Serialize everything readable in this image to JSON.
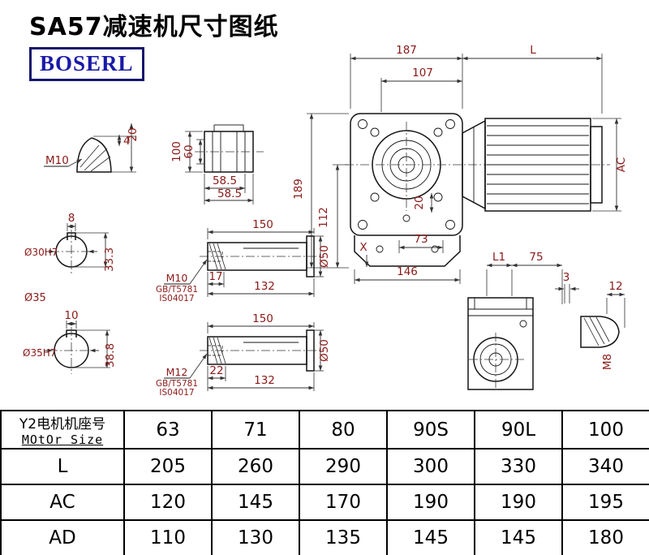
{
  "title": "SA57减速机尺寸图纸",
  "logo": "BOSERL",
  "colors": {
    "dimension_text": "#8a1a18",
    "drawing_line": "#141414",
    "logo_text": "#1a1aa8",
    "logo_border": "#16166b",
    "table_border": "#000000"
  },
  "main_view": {
    "d187": "187",
    "L": "L",
    "d107": "107",
    "d189": "189",
    "d112": "112",
    "d20": "20",
    "d73": "73",
    "d146": "146",
    "X": "X",
    "AC": "AC"
  },
  "side_view": {
    "L1": "L1",
    "d75": "75",
    "d3": "3"
  },
  "plug_detail": {
    "d12": "12",
    "M8": "M8"
  },
  "dome_view": {
    "M10": "M10",
    "d4": "4",
    "d20": "20"
  },
  "flange_view": {
    "d100": "100",
    "d60": "60",
    "d58a": "58.5",
    "d58b": "58.5"
  },
  "bore30": {
    "d8": "8",
    "label": "Ø30H7",
    "d333": "33.3"
  },
  "bore35": {
    "d10": "10",
    "label": "Ø35H7",
    "d388": "38.8",
    "dia35": "Ø35"
  },
  "shaft1": {
    "d150": "150",
    "thread": "M10",
    "std1": "GB/T5781",
    "std2": "IS04017",
    "d17": "17",
    "d132": "132",
    "d50": "Ø50"
  },
  "shaft2": {
    "d150": "150",
    "thread": "M12",
    "std1": "GB/T5781",
    "std2": "IS04017",
    "d22": "22",
    "d132": "132",
    "d50": "Ø50"
  },
  "table": {
    "row_header_cn": "Y2电机机座号",
    "row_header_en": "MOtOr Size",
    "motor_sizes": [
      "63",
      "71",
      "80",
      "90S",
      "90L",
      "100"
    ],
    "rows": [
      {
        "label": "L",
        "values": [
          "205",
          "260",
          "290",
          "300",
          "330",
          "340"
        ]
      },
      {
        "label": "AC",
        "values": [
          "120",
          "145",
          "170",
          "190",
          "190",
          "195"
        ]
      },
      {
        "label": "AD",
        "values": [
          "110",
          "130",
          "135",
          "145",
          "145",
          "180"
        ]
      }
    ]
  }
}
